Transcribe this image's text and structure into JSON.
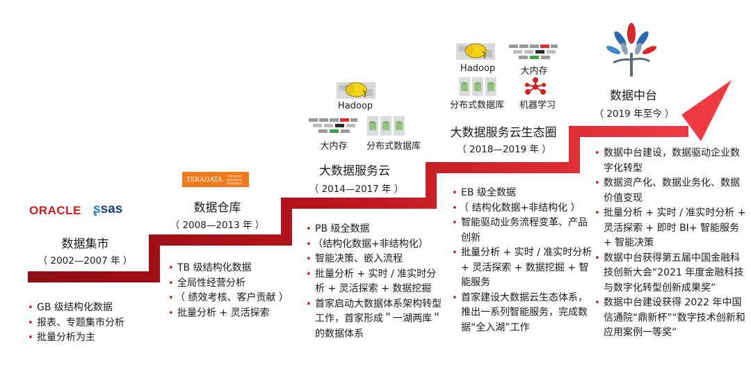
{
  "stages": [
    {
      "title": "数据集市",
      "period": "（ 2002—2007 年 ）",
      "logos": {
        "oracle": "ORACLE",
        "sas": "sas"
      },
      "bullets": [
        "GB 级结构化数据",
        "报表、专题集市分析",
        "批量分析为主"
      ]
    },
    {
      "title": "数据仓库",
      "period": "（ 2008—2013 年 ）",
      "logos": {
        "teradata": "TERADATA",
        "teradata_tag": "THE BEST DECISION POSSIBLE"
      },
      "bullets": [
        "TB 级结构化数据",
        "全局性经营分析",
        "（ 绩效考核、客户贡献 ）",
        "批量分析 + 灵活探索"
      ]
    },
    {
      "title": "大数据服务云",
      "period": "（ 2014—2017 年 ）",
      "icons": {
        "hadoop": "Hadoop",
        "memory": "大内存",
        "distributed_db": "分布式数据库"
      },
      "bullets": [
        "PB 级全数据",
        "（结构化数据+非结构化）",
        "智能决策、嵌入流程",
        "批量分析 + 实时 / 准实时分析 + 灵活探索 + 数据挖掘",
        "首家启动大数据体系架构转型工作，首家形成＂一湖两库＂的数据体系"
      ]
    },
    {
      "title": "大数据服务云生态圈",
      "period": "（ 2018—2019 年 ）",
      "icons": {
        "hadoop": "Hadoop",
        "memory": "大内存",
        "distributed_db": "分布式数据库",
        "ml": "机器学习"
      },
      "bullets": [
        "EB 级全数据",
        "（ 结构化数据+非结构化 ）",
        "智能驱动业务流程变革、产品创新",
        "批量分析 + 实时 / 准实时分析 + 灵活探索 + 数据挖掘 + 智能服务",
        "首家建设大数据云生态体系，推出一系列智能服务，完成数据“全入湖”工作"
      ]
    },
    {
      "title": "数据中台",
      "period": "（ 2019 年至今 ）",
      "bullets": [
        "数据中台建设，数据驱动企业数字化转型",
        "数据资产化、数据业务化、数据价值变现",
        "批量分析 + 实时 / 准实时分析 + 灵活探索 + 即时 BI+ 智能服务 + 智能决策",
        "数据中台获得第五届中国金融科技创新大会“2021 年度金融科技与数字化转型创新成果奖”",
        "数据中台建设获得 2022 年中国信通院“鼎新杯”“数字技术创新和应用案例一等奖”"
      ]
    }
  ],
  "colors": {
    "stair_dark": "#9c1116",
    "stair_light": "#e8323a",
    "bullet": "#c41e1e"
  },
  "icon_names": [
    "hadoop-elephant-icon",
    "memory-blocks-icon",
    "distributed-db-icon",
    "machine-learning-icon",
    "tree-logo-icon"
  ]
}
